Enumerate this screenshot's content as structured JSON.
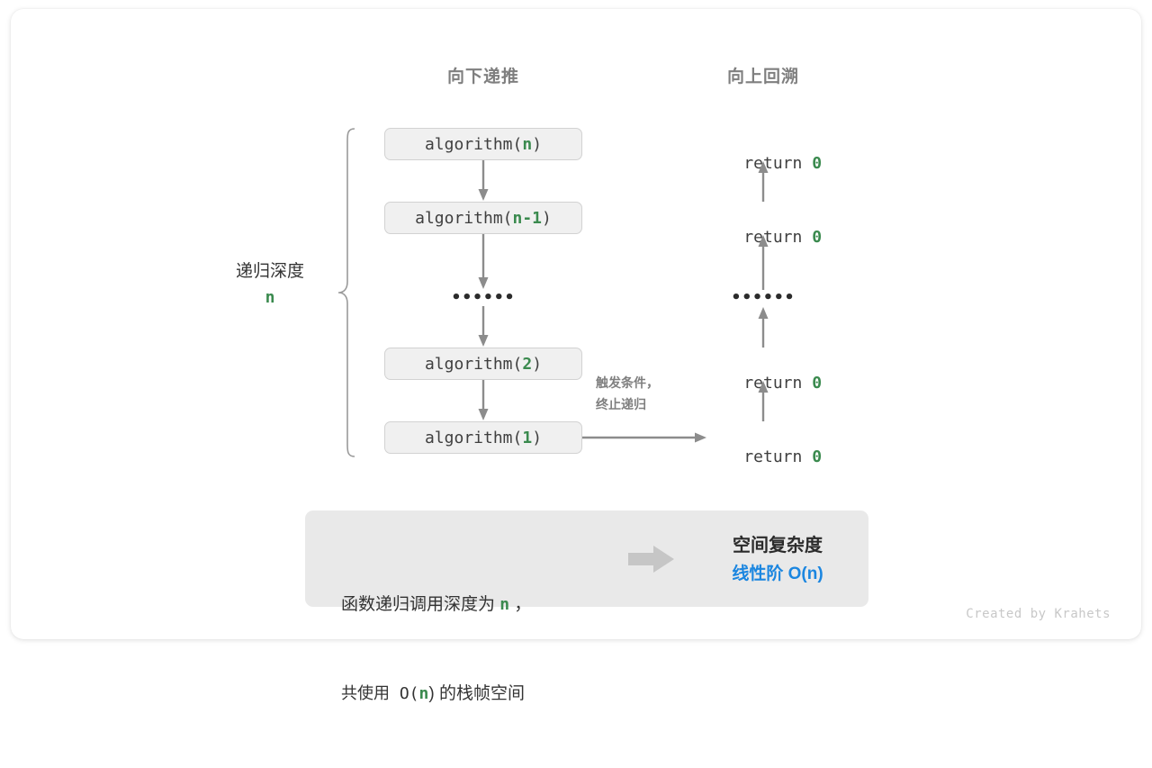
{
  "columns": {
    "left_header": "向下递推",
    "right_header": "向上回溯"
  },
  "depth_bracket": {
    "label": "递归深度",
    "value": "n"
  },
  "call_stack": [
    {
      "prefix": "algorithm(",
      "arg": "n",
      "suffix": ")"
    },
    {
      "prefix": "algorithm(",
      "arg": "n-1",
      "suffix": ")"
    },
    {
      "ellipsis": "••••••"
    },
    {
      "prefix": "algorithm(",
      "arg": "2",
      "suffix": ")"
    },
    {
      "prefix": "algorithm(",
      "arg": "1",
      "suffix": ")"
    }
  ],
  "returns": [
    {
      "keyword": "return ",
      "value": "0"
    },
    {
      "keyword": "return ",
      "value": "0"
    },
    {
      "ellipsis": "••••••"
    },
    {
      "keyword": "return ",
      "value": "0"
    },
    {
      "keyword": "return ",
      "value": "0"
    }
  ],
  "note": {
    "line1": "触发条件，",
    "line2": "终止递归"
  },
  "summary": {
    "left_line1_a": "函数递归调用深度为 ",
    "left_line1_n": "n",
    "left_line1_b": " ，",
    "left_line2_a": "共使用 O(",
    "left_line2_n": "n",
    "left_line2_b": ") 的栈帧空间",
    "right_title": "空间复杂度",
    "right_value": "线性阶 O(n)"
  },
  "footer": "Created by Krahets",
  "colors": {
    "green": "#3a8a4e",
    "blue": "#1b86e0",
    "gray_text": "#7f7f7f",
    "box_fill": "#f0f0f0",
    "box_border": "#d2d2d2",
    "panel_fill": "#e9e9e9",
    "arrow": "#8c8c8c"
  }
}
